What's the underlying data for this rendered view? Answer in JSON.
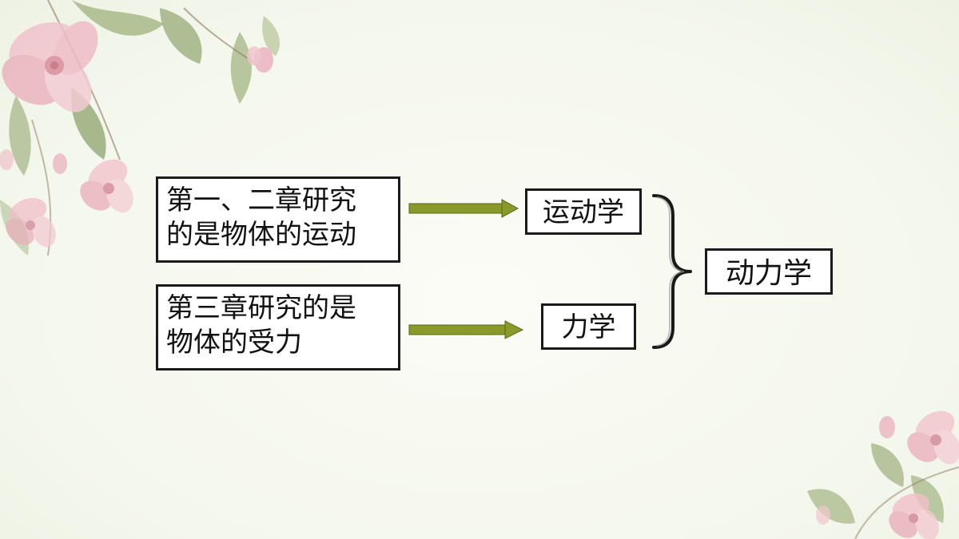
{
  "diagram": {
    "left_boxes": [
      {
        "line1": "第一、二章研究",
        "line2": "的是物体的运动"
      },
      {
        "line1": "第三章研究的是",
        "line2": "物体的受力"
      }
    ],
    "mid_boxes": [
      {
        "label": "运动学"
      },
      {
        "label": "力学"
      }
    ],
    "result_box": {
      "label": "动力学"
    }
  },
  "colors": {
    "arrow": "#8a9a2a",
    "arrow_edge": "#5a6618",
    "box_border": "#1a1a1a",
    "brace": "#1a1a1a"
  },
  "icons": {
    "decoration_top_left": "pink-flower-leaves-icon",
    "decoration_bottom_right": "pink-flower-leaves-icon"
  }
}
